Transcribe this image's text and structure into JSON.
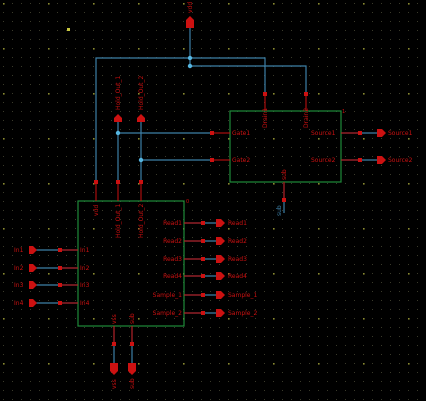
{
  "colors": {
    "background": "#000000",
    "grid_dot": "#3a3a2a",
    "grid_dot_major": "#8a8a30",
    "wire": "#3c7fa6",
    "symbol_border": "#1f8a3a",
    "pin": "#cc1111",
    "label": "#cc1111",
    "junction": "#55b5e0"
  },
  "schematic": {
    "top_pin": "vdd",
    "upper_block": {
      "instance_suffix": "1",
      "pins": {
        "gate1": "Gate1",
        "gate2": "Gate2",
        "drain1": "Drain1",
        "drain2": "Drain2",
        "source1": "Source1",
        "source2": "Source2",
        "sub": "sub"
      },
      "wire_label_sub": "sub",
      "out_pins": [
        "Source1",
        "Source2"
      ]
    },
    "hold_pins": [
      "Hold_Out_1",
      "Hold_Out_2"
    ],
    "lower_block": {
      "instance_suffix": "0",
      "top_pins": [
        "vdd",
        "Hold_Out_1",
        "Hold_Out_2"
      ],
      "left_pins": [
        "In1",
        "In2",
        "In3",
        "In4"
      ],
      "right_pins": [
        "Read1",
        "Read2",
        "Read3",
        "Read4",
        "Sample_1",
        "Sample_2"
      ],
      "bottom_pins": [
        "vss",
        "sub"
      ]
    },
    "input_pins": [
      "In1",
      "In2",
      "In3",
      "In4"
    ],
    "output_pins": [
      "Read1",
      "Read2",
      "Read3",
      "Read4",
      "Sample_1",
      "Sample_2"
    ],
    "bottom_io": [
      "vss",
      "sub"
    ]
  }
}
